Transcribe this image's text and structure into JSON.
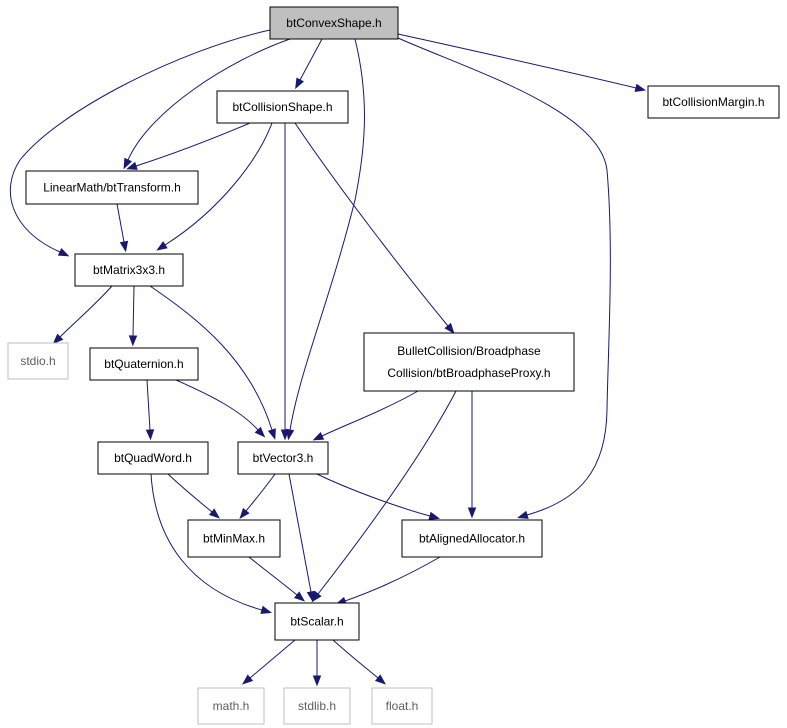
{
  "graph": {
    "nodes": [
      {
        "id": "btConvexShape",
        "label": "btConvexShape.h",
        "style": "root",
        "interactable": false
      },
      {
        "id": "btCollisionShape",
        "label": "btCollisionShape.h",
        "style": "normal",
        "interactable": true
      },
      {
        "id": "btCollisionMargin",
        "label": "btCollisionMargin.h",
        "style": "normal",
        "interactable": true
      },
      {
        "id": "btTransform",
        "label": "LinearMath/btTransform.h",
        "style": "normal",
        "interactable": true
      },
      {
        "id": "btMatrix3x3",
        "label": "btMatrix3x3.h",
        "style": "normal",
        "interactable": true
      },
      {
        "id": "stdio",
        "label": "stdio.h",
        "style": "external",
        "interactable": false
      },
      {
        "id": "btQuaternion",
        "label": "btQuaternion.h",
        "style": "normal",
        "interactable": true
      },
      {
        "id": "btBroadphaseProxy",
        "label": [
          "BulletCollision/Broadphase",
          "Collision/btBroadphaseProxy.h"
        ],
        "style": "normal",
        "interactable": true
      },
      {
        "id": "btQuadWord",
        "label": "btQuadWord.h",
        "style": "normal",
        "interactable": true
      },
      {
        "id": "btVector3",
        "label": "btVector3.h",
        "style": "normal",
        "interactable": true
      },
      {
        "id": "btMinMax",
        "label": "btMinMax.h",
        "style": "normal",
        "interactable": true
      },
      {
        "id": "btAlignedAllocator",
        "label": "btAlignedAllocator.h",
        "style": "normal",
        "interactable": true
      },
      {
        "id": "btScalar",
        "label": "btScalar.h",
        "style": "normal",
        "interactable": true
      },
      {
        "id": "math",
        "label": "math.h",
        "style": "external",
        "interactable": false
      },
      {
        "id": "stdlib",
        "label": "stdlib.h",
        "style": "external",
        "interactable": false
      },
      {
        "id": "float",
        "label": "float.h",
        "style": "external",
        "interactable": false
      }
    ],
    "edges": [
      {
        "from": "btConvexShape",
        "to": "btCollisionShape"
      },
      {
        "from": "btConvexShape",
        "to": "btCollisionMargin"
      },
      {
        "from": "btConvexShape",
        "to": "btTransform"
      },
      {
        "from": "btConvexShape",
        "to": "btMatrix3x3"
      },
      {
        "from": "btConvexShape",
        "to": "btVector3"
      },
      {
        "from": "btConvexShape",
        "to": "btAlignedAllocator"
      },
      {
        "from": "btCollisionShape",
        "to": "btTransform"
      },
      {
        "from": "btCollisionShape",
        "to": "btMatrix3x3"
      },
      {
        "from": "btCollisionShape",
        "to": "btVector3"
      },
      {
        "from": "btCollisionShape",
        "to": "btBroadphaseProxy"
      },
      {
        "from": "btTransform",
        "to": "btMatrix3x3"
      },
      {
        "from": "btMatrix3x3",
        "to": "stdio"
      },
      {
        "from": "btMatrix3x3",
        "to": "btQuaternion"
      },
      {
        "from": "btMatrix3x3",
        "to": "btVector3"
      },
      {
        "from": "btQuaternion",
        "to": "btQuadWord"
      },
      {
        "from": "btQuaternion",
        "to": "btVector3"
      },
      {
        "from": "btBroadphaseProxy",
        "to": "btVector3"
      },
      {
        "from": "btBroadphaseProxy",
        "to": "btScalar"
      },
      {
        "from": "btBroadphaseProxy",
        "to": "btAlignedAllocator"
      },
      {
        "from": "btQuadWord",
        "to": "btMinMax"
      },
      {
        "from": "btQuadWord",
        "to": "btScalar"
      },
      {
        "from": "btVector3",
        "to": "btMinMax"
      },
      {
        "from": "btVector3",
        "to": "btScalar"
      },
      {
        "from": "btVector3",
        "to": "btAlignedAllocator"
      },
      {
        "from": "btMinMax",
        "to": "btScalar"
      },
      {
        "from": "btAlignedAllocator",
        "to": "btScalar"
      },
      {
        "from": "btScalar",
        "to": "math"
      },
      {
        "from": "btScalar",
        "to": "stdlib"
      },
      {
        "from": "btScalar",
        "to": "float"
      }
    ],
    "colors": {
      "edge": "#191970",
      "root_fill": "#bfbfbf",
      "node_border": "#000000",
      "external_border": "#bfbfbf",
      "external_text": "#5f5f5f",
      "text": "#000000"
    }
  }
}
